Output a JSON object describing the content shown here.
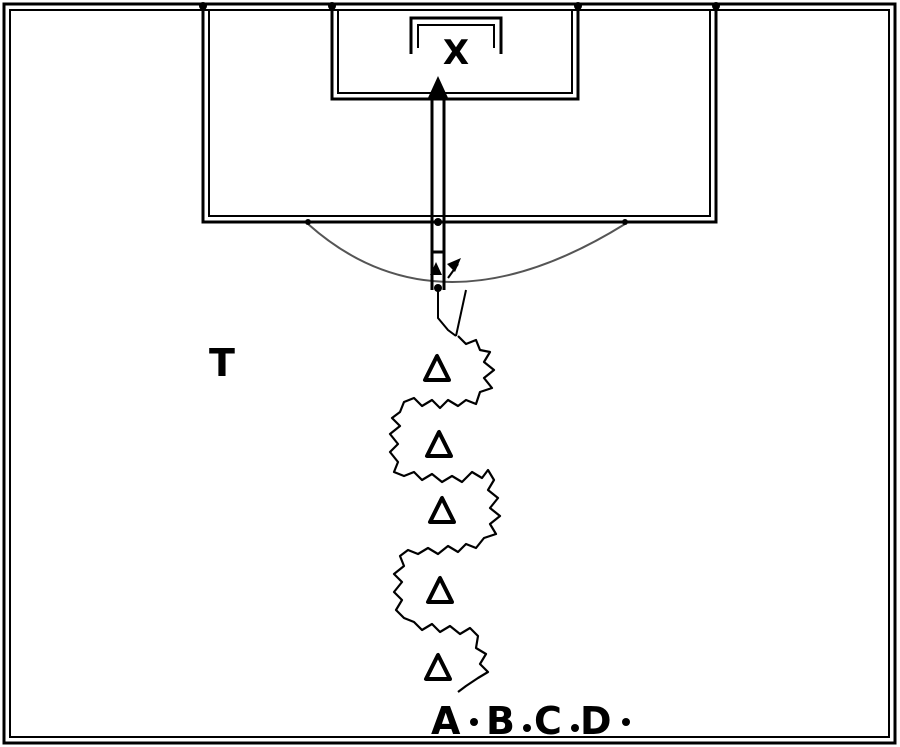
{
  "labels": {
    "goalkeeper": "X",
    "coach": "T",
    "players": [
      "A",
      "B",
      "C",
      "D"
    ]
  },
  "cones": {
    "count": 5,
    "shape": "triangle"
  },
  "colors": {
    "background": "#ffffff",
    "lines": "#000000",
    "arc": "#555555"
  }
}
